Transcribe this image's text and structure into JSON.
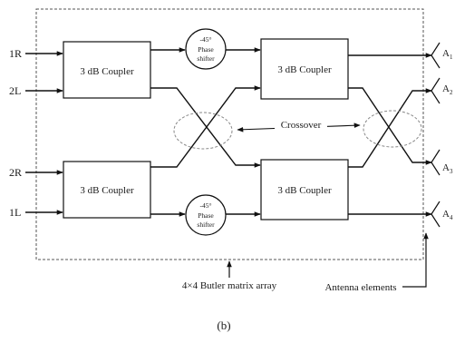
{
  "ports": {
    "in_1r": "1R",
    "in_2l": "2L",
    "in_2r": "2R",
    "in_1l": "1L"
  },
  "couplers": {
    "top_left": "3 dB Coupler",
    "top_right": "3 dB Coupler",
    "bottom_left": "3 dB Coupler",
    "bottom_right": "3 dB Coupler"
  },
  "phase_shifter_top": {
    "value": "-45°",
    "line1": "Phase",
    "line2": "shifter"
  },
  "phase_shifter_bottom": {
    "value": "-45°",
    "line1": "Phase",
    "line2": "shifter"
  },
  "crossover_label": "Crossover",
  "antennas": [
    {
      "letter": "A",
      "sub": "1"
    },
    {
      "letter": "A",
      "sub": "2"
    },
    {
      "letter": "A",
      "sub": "3"
    },
    {
      "letter": "A",
      "sub": "4"
    }
  ],
  "butler_label": "4×4 Butler matrix array",
  "antenna_elements_label": "Antenna elements",
  "caption": "(b)"
}
